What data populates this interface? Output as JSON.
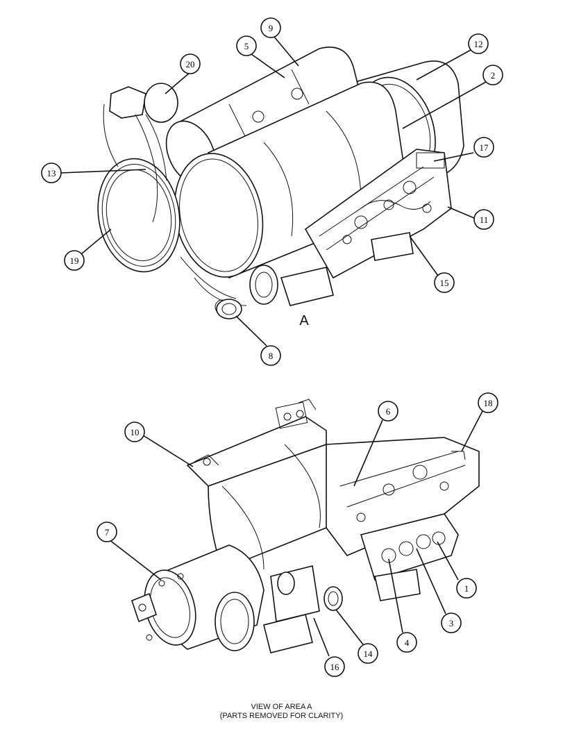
{
  "area_label": "A",
  "caption": {
    "line1": "VIEW OF AREA A",
    "line2": "(PARTS REMOVED FOR CLARITY)"
  },
  "callouts": {
    "c1": "1",
    "c2": "2",
    "c3": "3",
    "c4": "4",
    "c5": "5",
    "c6": "6",
    "c7": "7",
    "c8": "8",
    "c9": "9",
    "c10": "10",
    "c11": "11",
    "c12": "12",
    "c13": "13",
    "c14": "14",
    "c15": "15",
    "c16": "16",
    "c17": "17",
    "c18": "18",
    "c19": "19",
    "c20": "20"
  }
}
